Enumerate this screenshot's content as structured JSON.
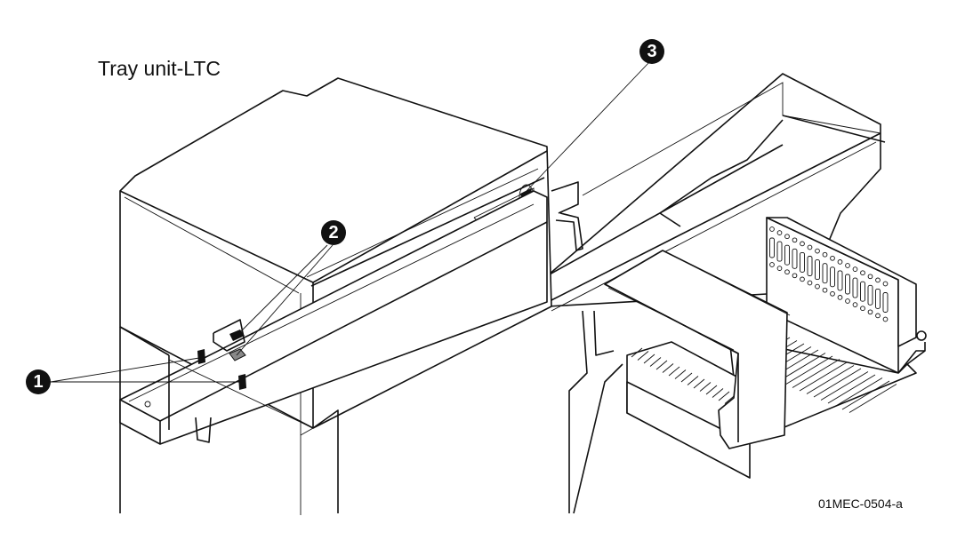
{
  "title": "Tray unit-LTC",
  "figure_id": "01MEC-0504-a",
  "callouts": [
    {
      "number": "1"
    },
    {
      "number": "2"
    },
    {
      "number": "3"
    }
  ]
}
